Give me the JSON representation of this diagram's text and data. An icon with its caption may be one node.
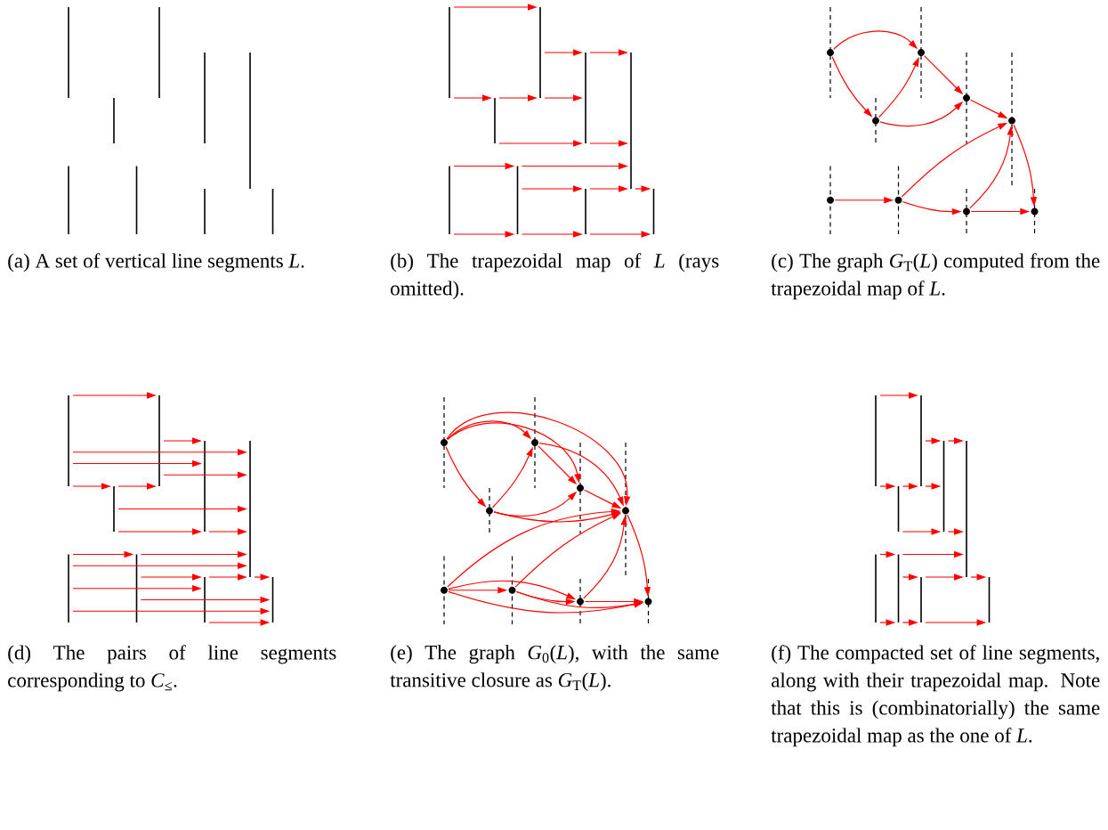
{
  "diagram": {
    "nodes": [
      {
        "text": [],
        "shape": "bar"
      },
      {
        "text": [],
        "shape": "bar"
      },
      {
        "text": [],
        "shape": "bar"
      },
      {
        "text": [],
        "shape": "bar"
      },
      {
        "text": [],
        "shape": "bar"
      },
      {
        "text": [],
        "shape": "bar"
      },
      {
        "text": [],
        "shape": "bar"
      },
      {
        "text": [],
        "shape": "bar"
      },
      {
        "text": [],
        "shape": "bar"
      },
      {
        "text": [],
        "shape": "circle"
      },
      {
        "text": [],
        "shape": "circle"
      },
      {
        "text": [],
        "shape": "circle"
      },
      {
        "text": [],
        "shape": "circle"
      },
      {
        "text": [],
        "shape": "circle"
      },
      {
        "text": [],
        "shape": "circle"
      },
      {
        "text": [],
        "shape": "circle"
      },
      {
        "text": [],
        "shape": "circle"
      },
      {
        "text": [],
        "shape": "circle"
      },
      {
        "text": [],
        "shape": "bar"
      },
      {
        "text": [],
        "shape": "bar"
      },
      {
        "text": [],
        "shape": "bar"
      },
      {
        "text": [],
        "shape": "bar"
      },
      {
        "text": [],
        "shape": "bar"
      },
      {
        "text": [],
        "shape": "bar"
      },
      {
        "text": [],
        "shape": "bar"
      },
      {
        "text": [],
        "shape": "bar"
      },
      {
        "text": [],
        "shape": "bar"
      },
      {
        "text": [],
        "shape": "circle"
      },
      {
        "text": [],
        "shape": "circle"
      },
      {
        "text": [],
        "shape": "circle"
      },
      {
        "text": [],
        "shape": "circle"
      },
      {
        "text": [],
        "shape": "circle"
      },
      {
        "text": [],
        "shape": "circle"
      },
      {
        "text": [],
        "shape": "circle"
      },
      {
        "text": [],
        "shape": "circle"
      },
      {
        "text": [],
        "shape": "circle"
      },
      {
        "text": [],
        "shape": "bar"
      },
      {
        "text": [],
        "shape": "bar"
      },
      {
        "text": [],
        "shape": "bar"
      },
      {
        "text": [],
        "shape": "bar"
      },
      {
        "text": [],
        "shape": "bar"
      },
      {
        "text": [],
        "shape": "bar"
      },
      {
        "text": [],
        "shape": "bar"
      },
      {
        "text": [],
        "shape": "bar"
      },
      {
        "text": [],
        "shape": "bar"
      }
    ],
    "edges": [
      {
        "from": 0,
        "to": 2,
        "arrow": "to"
      },
      {
        "from": 2,
        "to": 3,
        "arrow": "to"
      },
      {
        "from": 3,
        "to": 4,
        "arrow": "to"
      },
      {
        "from": 0,
        "to": 1,
        "arrow": "to"
      },
      {
        "from": 1,
        "to": 2,
        "arrow": "to"
      },
      {
        "from": 2,
        "to": 3,
        "arrow": "to"
      },
      {
        "from": 1,
        "to": 3,
        "arrow": "to"
      },
      {
        "from": 3,
        "to": 4,
        "arrow": "to"
      },
      {
        "from": 5,
        "to": 6,
        "arrow": "to"
      },
      {
        "from": 6,
        "to": 4,
        "arrow": "to"
      },
      {
        "from": 6,
        "to": 7,
        "arrow": "to"
      },
      {
        "from": 7,
        "to": 4,
        "arrow": "to"
      },
      {
        "from": 4,
        "to": 8,
        "arrow": "to"
      },
      {
        "from": 5,
        "to": 6,
        "arrow": "to"
      },
      {
        "from": 6,
        "to": 7,
        "arrow": "to"
      },
      {
        "from": 7,
        "to": 8,
        "arrow": "to"
      },
      {
        "from": 9,
        "to": 11,
        "arrow": "to"
      },
      {
        "from": 9,
        "to": 10,
        "arrow": "to"
      },
      {
        "from": 10,
        "to": 11,
        "arrow": "to"
      },
      {
        "from": 10,
        "to": 12,
        "arrow": "to"
      },
      {
        "from": 11,
        "to": 12,
        "arrow": "to"
      },
      {
        "from": 12,
        "to": 13,
        "arrow": "to"
      },
      {
        "from": 13,
        "to": 17,
        "arrow": "to"
      },
      {
        "from": 14,
        "to": 15,
        "arrow": "to"
      },
      {
        "from": 15,
        "to": 13,
        "arrow": "to"
      },
      {
        "from": 15,
        "to": 16,
        "arrow": "to"
      },
      {
        "from": 16,
        "to": 13,
        "arrow": "to"
      },
      {
        "from": 16,
        "to": 17,
        "arrow": "to"
      },
      {
        "from": 18,
        "to": 20,
        "arrow": "to"
      },
      {
        "from": 20,
        "to": 21,
        "arrow": "to"
      },
      {
        "from": 18,
        "to": 22,
        "arrow": "to"
      },
      {
        "from": 18,
        "to": 21,
        "arrow": "to"
      },
      {
        "from": 20,
        "to": 22,
        "arrow": "to"
      },
      {
        "from": 18,
        "to": 19,
        "arrow": "to"
      },
      {
        "from": 19,
        "to": 20,
        "arrow": "to"
      },
      {
        "from": 19,
        "to": 22,
        "arrow": "to"
      },
      {
        "from": 19,
        "to": 21,
        "arrow": "to"
      },
      {
        "from": 21,
        "to": 22,
        "arrow": "to"
      },
      {
        "from": 23,
        "to": 24,
        "arrow": "to"
      },
      {
        "from": 24,
        "to": 22,
        "arrow": "to"
      },
      {
        "from": 23,
        "to": 22,
        "arrow": "to"
      },
      {
        "from": 24,
        "to": 25,
        "arrow": "to"
      },
      {
        "from": 25,
        "to": 22,
        "arrow": "to"
      },
      {
        "from": 22,
        "to": 26,
        "arrow": "to"
      },
      {
        "from": 23,
        "to": 25,
        "arrow": "to"
      },
      {
        "from": 24,
        "to": 26,
        "arrow": "to"
      },
      {
        "from": 23,
        "to": 26,
        "arrow": "to"
      },
      {
        "from": 25,
        "to": 26,
        "arrow": "to"
      },
      {
        "from": 27,
        "to": 29,
        "arrow": "to"
      },
      {
        "from": 27,
        "to": 28,
        "arrow": "to"
      },
      {
        "from": 27,
        "to": 30,
        "arrow": "to"
      },
      {
        "from": 27,
        "to": 31,
        "arrow": "to"
      },
      {
        "from": 28,
        "to": 29,
        "arrow": "to"
      },
      {
        "from": 28,
        "to": 30,
        "arrow": "to"
      },
      {
        "from": 28,
        "to": 31,
        "arrow": "to"
      },
      {
        "from": 29,
        "to": 30,
        "arrow": "to"
      },
      {
        "from": 29,
        "to": 31,
        "arrow": "to"
      },
      {
        "from": 30,
        "to": 31,
        "arrow": "to"
      },
      {
        "from": 31,
        "to": 35,
        "arrow": "to"
      },
      {
        "from": 32,
        "to": 31,
        "arrow": "to"
      },
      {
        "from": 32,
        "to": 33,
        "arrow": "to"
      },
      {
        "from": 32,
        "to": 34,
        "arrow": "to"
      },
      {
        "from": 32,
        "to": 35,
        "arrow": "to"
      },
      {
        "from": 33,
        "to": 31,
        "arrow": "to"
      },
      {
        "from": 33,
        "to": 34,
        "arrow": "to"
      },
      {
        "from": 33,
        "to": 35,
        "arrow": "to"
      },
      {
        "from": 34,
        "to": 31,
        "arrow": "to"
      },
      {
        "from": 34,
        "to": 35,
        "arrow": "to"
      },
      {
        "from": 36,
        "to": 38,
        "arrow": "to"
      },
      {
        "from": 38,
        "to": 39,
        "arrow": "to"
      },
      {
        "from": 39,
        "to": 40,
        "arrow": "to"
      },
      {
        "from": 36,
        "to": 37,
        "arrow": "to"
      },
      {
        "from": 37,
        "to": 38,
        "arrow": "to"
      },
      {
        "from": 38,
        "to": 39,
        "arrow": "to"
      },
      {
        "from": 37,
        "to": 39,
        "arrow": "to"
      },
      {
        "from": 39,
        "to": 40,
        "arrow": "to"
      },
      {
        "from": 41,
        "to": 42,
        "arrow": "to"
      },
      {
        "from": 42,
        "to": 40,
        "arrow": "to"
      },
      {
        "from": 42,
        "to": 43,
        "arrow": "to"
      },
      {
        "from": 43,
        "to": 40,
        "arrow": "to"
      },
      {
        "from": 40,
        "to": 44,
        "arrow": "to"
      },
      {
        "from": 41,
        "to": 42,
        "arrow": "to"
      },
      {
        "from": 42,
        "to": 43,
        "arrow": "to"
      },
      {
        "from": 43,
        "to": 44,
        "arrow": "to"
      }
    ],
    "labels": [
      "(a) A set of vertical line segments *L*.",
      "(b) The trapezoidal map of *L* (rays omitted).",
      "(c) The graph *G*$_{T}$(*L*) computed from the trapezoidal map of *L*.",
      "(d) The pairs of line segments corresponding to *C*$_{≤}$.",
      "(e) The graph *G*$_{0}$(*L*), with the same transitive closure as *G*$_{T}$(*L*).",
      "(f) The compacted set of line segments, along with their trapezoidal map. Note that this is (combinatorially) the same trapezoidal map as the one of *L*."
    ]
  }
}
